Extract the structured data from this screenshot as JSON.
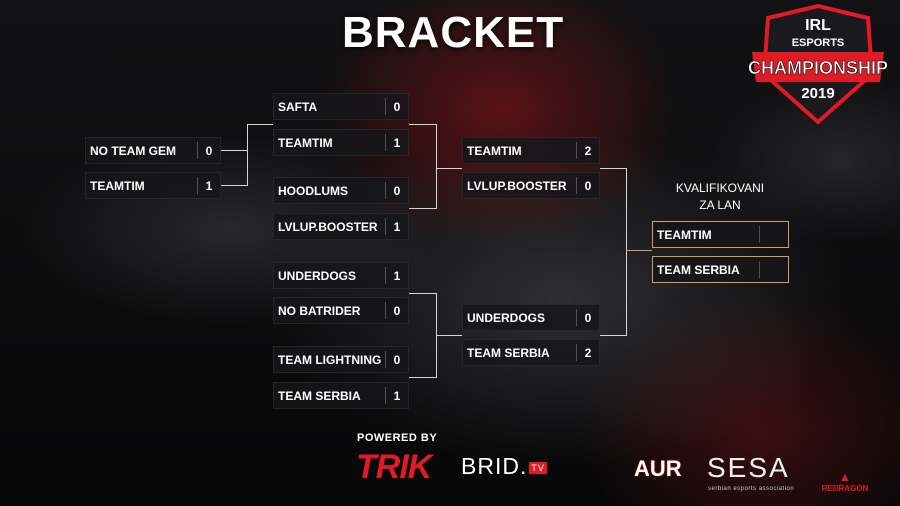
{
  "title": "BRACKET",
  "logo": {
    "line1": "IRL",
    "line2": "ESPORTS",
    "line3": "CHAMPIONSHIP",
    "line4": "2019"
  },
  "bracket": {
    "round0": [
      {
        "name": "NO TEAM GEM",
        "score": "0"
      },
      {
        "name": "TEAMTIM",
        "score": "1"
      }
    ],
    "round1": [
      {
        "name": "SAFTA",
        "score": "0"
      },
      {
        "name": "TEAMTIM",
        "score": "1"
      },
      {
        "name": "HOODLUMS",
        "score": "0"
      },
      {
        "name": "LVLUP.BOOSTER",
        "score": "1"
      },
      {
        "name": "UNDERDOGS",
        "score": "1"
      },
      {
        "name": "NO BATRIDER",
        "score": "0"
      },
      {
        "name": "TEAM LIGHTNING",
        "score": "0"
      },
      {
        "name": "TEAM SERBIA",
        "score": "1"
      }
    ],
    "round2": [
      {
        "name": "TEAMTIM",
        "score": "2"
      },
      {
        "name": "LVLUP.BOOSTER",
        "score": "0"
      },
      {
        "name": "UNDERDOGS",
        "score": "0"
      },
      {
        "name": "TEAM SERBIA",
        "score": "2"
      }
    ],
    "final": {
      "header_line1": "KVALIFIKOVANI",
      "header_line2": "ZA LAN",
      "teams": [
        {
          "name": "TEAMTIM",
          "score": ""
        },
        {
          "name": "TEAM SERBIA",
          "score": ""
        }
      ]
    }
  },
  "sponsors": {
    "powered_by": "POWERED BY",
    "trik": "TRIK",
    "brid": "BRID.",
    "brid_tv": "TV",
    "aur": "AUR",
    "sesa": "SESA",
    "sesa_sub": "serbian esports association",
    "redragon": "REDRAGON"
  },
  "colors": {
    "accent_red": "#e01b24",
    "connector": "#d6d6d6",
    "final_connector": "#c9a55a"
  }
}
